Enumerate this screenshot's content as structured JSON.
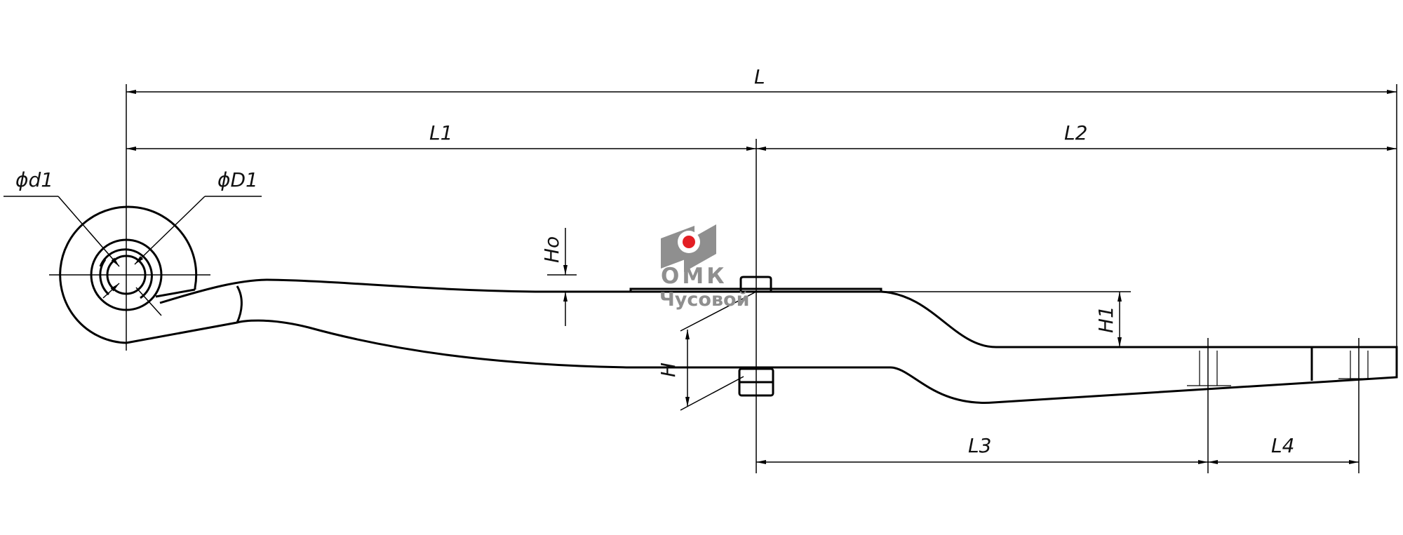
{
  "labels": {
    "L": "L",
    "L1": "L1",
    "L2": "L2",
    "L3": "L3",
    "L4": "L4",
    "H": "H",
    "H0": "Ho",
    "H1": "H1",
    "d1": "ϕd1",
    "D1": "ϕD1"
  },
  "logo": {
    "name": "ОМК",
    "subtitle": "Чусовой",
    "accent": "#e31e24",
    "gray": "#8f8f8f"
  }
}
